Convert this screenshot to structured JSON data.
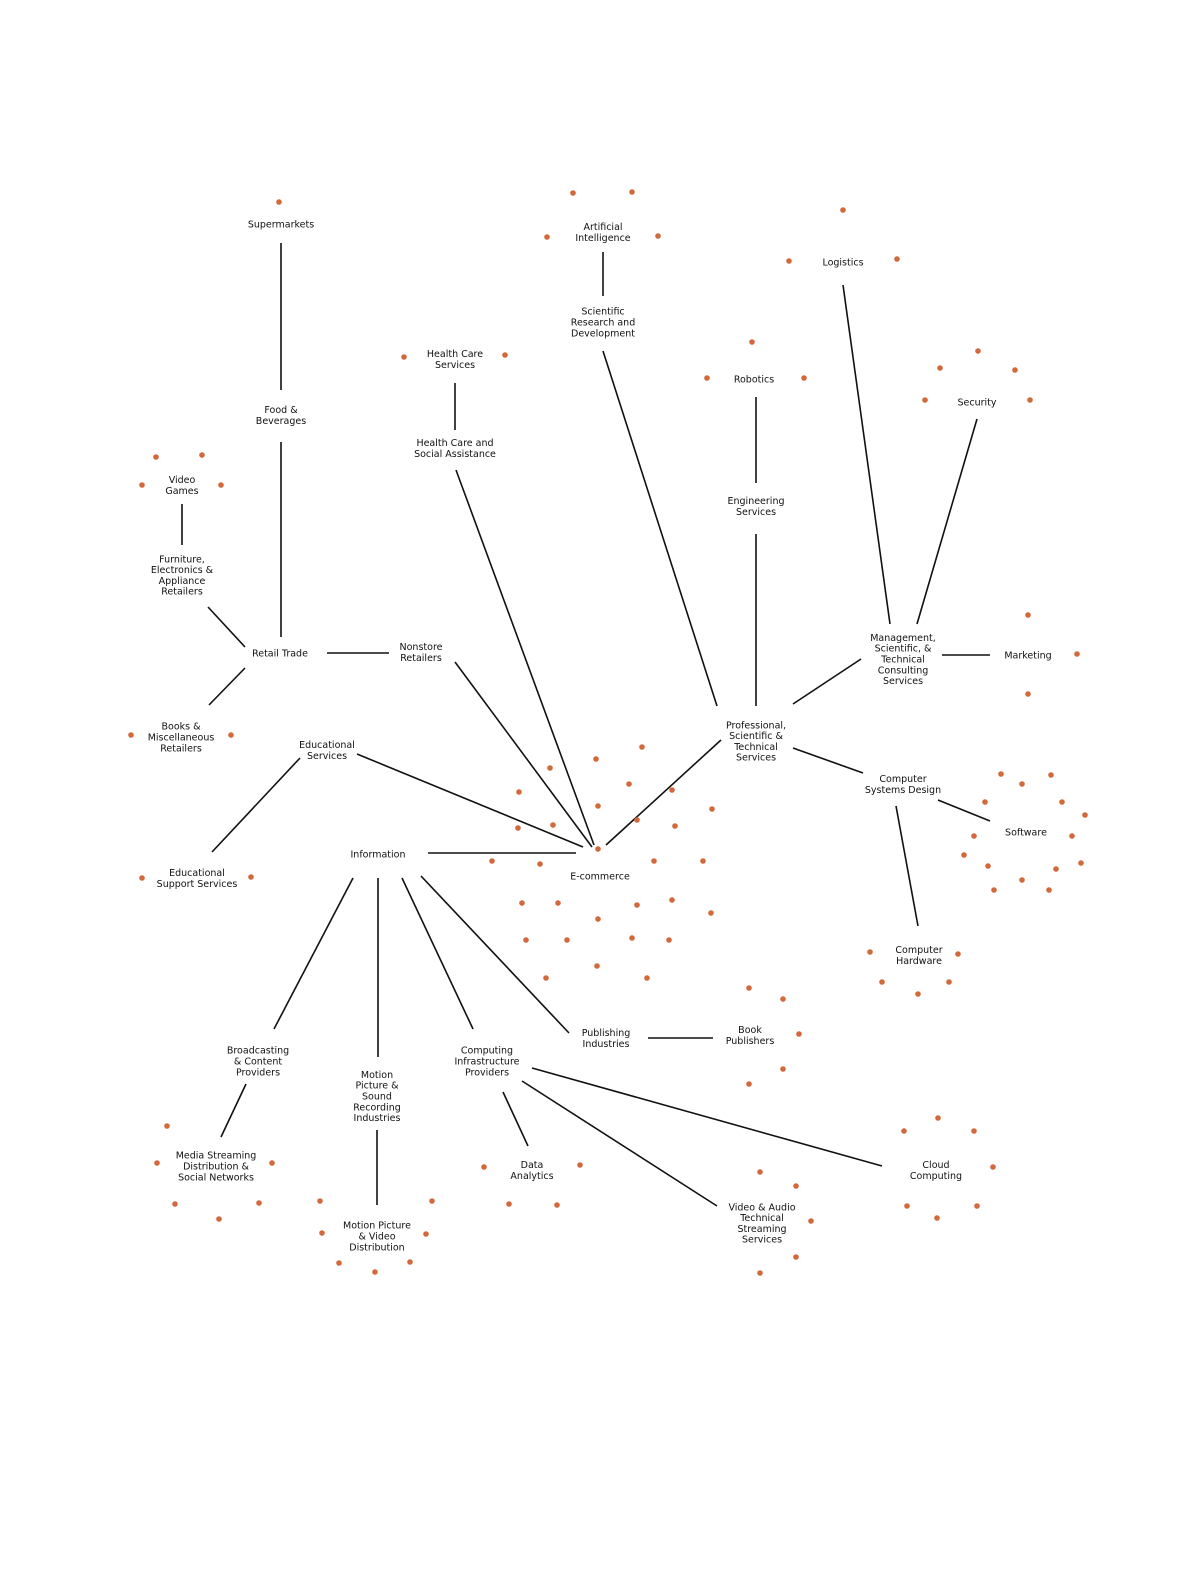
{
  "diagram": {
    "title": "",
    "dot_color": "#D2693C",
    "line_color": "#111111",
    "nodes": {
      "supermarkets": "Supermarkets",
      "food_beverages": "Food &\nBeverages",
      "video_games": "Video\nGames",
      "furniture": "Furniture,\nElectronics &\nAppliance\nRetailers",
      "retail_trade": "Retail Trade",
      "books_misc": "Books &\nMiscellaneous\nRetailers",
      "nonstore": "Nonstore\nRetailers",
      "educational_services": "Educational\nServices",
      "educational_support": "Educational\nSupport Services",
      "health_care_services": "Health Care\nServices",
      "health_care_social": "Health Care and\nSocial Assistance",
      "ai": "Artificial\nIntelligence",
      "scientific_rd": "Scientific\nResearch and\nDevelopment",
      "logistics": "Logistics",
      "robotics": "Robotics",
      "security": "Security",
      "engineering": "Engineering\nServices",
      "management": "Management,\nScientific, &\nTechnical\nConsulting\nServices",
      "marketing": "Marketing",
      "professional": "Professional,\nScientific &\nTechnical\nServices",
      "computer_systems": "Computer\nSystems Design",
      "software": "Software",
      "computer_hardware": "Computer\nHardware",
      "information": "Information",
      "ecommerce": "E-commerce",
      "publishing": "Publishing\nIndustries",
      "book_publishers": "Book\nPublishers",
      "broadcasting": "Broadcasting\n& Content\nProviders",
      "media_streaming": "Media Streaming\nDistribution &\nSocial Networks",
      "motion_picture": "Motion\nPicture &\nSound\nRecording\nIndustries",
      "motion_picture_video": "Motion Picture\n& Video\nDistribution",
      "computing_infra": "Computing\nInfrastructure\nProviders",
      "data_analytics": "Data\nAnalytics",
      "video_audio": "Video & Audio\nTechnical\nStreaming\nServices",
      "cloud": "Cloud\nComputing"
    },
    "edges": [
      [
        "supermarkets",
        "food_beverages"
      ],
      [
        "food_beverages",
        "retail_trade"
      ],
      [
        "video_games",
        "furniture"
      ],
      [
        "furniture",
        "retail_trade"
      ],
      [
        "retail_trade",
        "books_misc"
      ],
      [
        "retail_trade",
        "nonstore"
      ],
      [
        "nonstore",
        "ecommerce"
      ],
      [
        "educational_services",
        "ecommerce"
      ],
      [
        "educational_services",
        "educational_support"
      ],
      [
        "health_care_services",
        "health_care_social"
      ],
      [
        "health_care_social",
        "ecommerce"
      ],
      [
        "ai",
        "scientific_rd"
      ],
      [
        "scientific_rd",
        "professional"
      ],
      [
        "robotics",
        "engineering"
      ],
      [
        "engineering",
        "professional"
      ],
      [
        "logistics",
        "management"
      ],
      [
        "security",
        "management"
      ],
      [
        "management",
        "marketing"
      ],
      [
        "management",
        "professional"
      ],
      [
        "professional",
        "ecommerce"
      ],
      [
        "professional",
        "computer_systems"
      ],
      [
        "computer_systems",
        "software"
      ],
      [
        "computer_systems",
        "computer_hardware"
      ],
      [
        "information",
        "ecommerce"
      ],
      [
        "information",
        "broadcasting"
      ],
      [
        "information",
        "motion_picture"
      ],
      [
        "information",
        "computing_infra"
      ],
      [
        "information",
        "publishing"
      ],
      [
        "publishing",
        "book_publishers"
      ],
      [
        "broadcasting",
        "media_streaming"
      ],
      [
        "motion_picture",
        "motion_picture_video"
      ],
      [
        "computing_infra",
        "data_analytics"
      ],
      [
        "computing_infra",
        "video_audio"
      ],
      [
        "computing_infra",
        "cloud"
      ]
    ]
  }
}
